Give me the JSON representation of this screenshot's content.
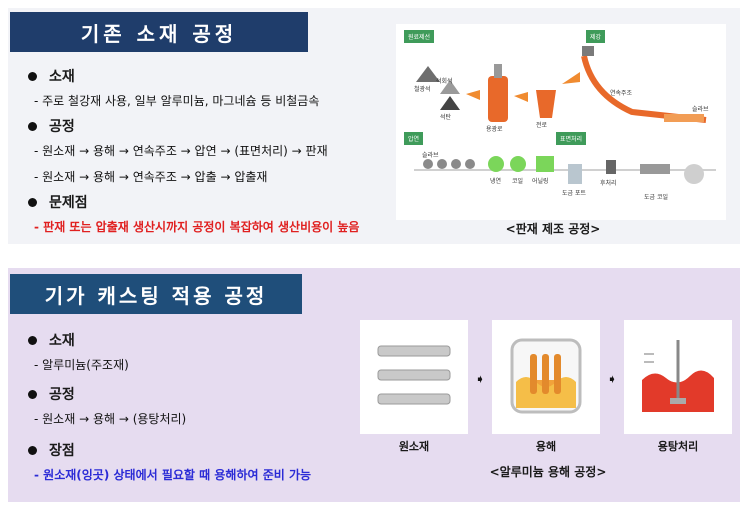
{
  "existing": {
    "title": "기존 소재 공정",
    "bullets": [
      {
        "head": "소재",
        "lines": [
          "- 주로 철강재 사용, 일부 알루미늄, 마그네슘 등 비철금속"
        ]
      },
      {
        "head": "공정",
        "lines": [
          "- 원소재 → 용해 → 연속주조 → 압연 → (표면처리) → 판재",
          "- 원소재 → 용해 → 연속주조 → 압출 → 압출재"
        ]
      },
      {
        "head": "문제점",
        "lines": [
          "- 판재 또는 압출재 생산시까지 공정이 복잡하여 생산비용이 높음"
        ]
      }
    ],
    "figure": {
      "caption": "<판재 제조 공정>",
      "stages": [
        "원료제선",
        "제강",
        "압연",
        "표면처리"
      ],
      "labels": {
        "ore": "철광석",
        "limestone": "석회석",
        "coal": "석탄",
        "furnace": "용광로",
        "converter": "전로",
        "cc": "연속주조",
        "slab": "슬라브",
        "slab2": "슬라브",
        "cold": "냉연",
        "coil": "코일",
        "anneal": "어닐링",
        "pot": "도금 포트",
        "post": "후처리",
        "coated": "도금 코일"
      }
    },
    "colors": {
      "title_bg": "#1f3d6b",
      "alert": "#e02020"
    }
  },
  "giga": {
    "title": "기가 캐스팅 적용 공정",
    "bullets": [
      {
        "head": "소재",
        "lines": [
          "- 알루미늄(주조재)"
        ]
      },
      {
        "head": "공정",
        "lines": [
          "- 원소재 → 용해 → (용탕처리)"
        ]
      },
      {
        "head": "장점",
        "lines": [
          "- 원소재(잉곳) 상태에서 필요할 때 용해하여 준비 가능"
        ]
      }
    ],
    "cards": [
      "원소재",
      "용해",
      "용탕처리"
    ],
    "caption": "<알루미늄 용해 공정>",
    "colors": {
      "title_bg": "#1f4e7a",
      "panel_bg": "#e6dcf0",
      "advantage": "#2b2bd6"
    }
  }
}
